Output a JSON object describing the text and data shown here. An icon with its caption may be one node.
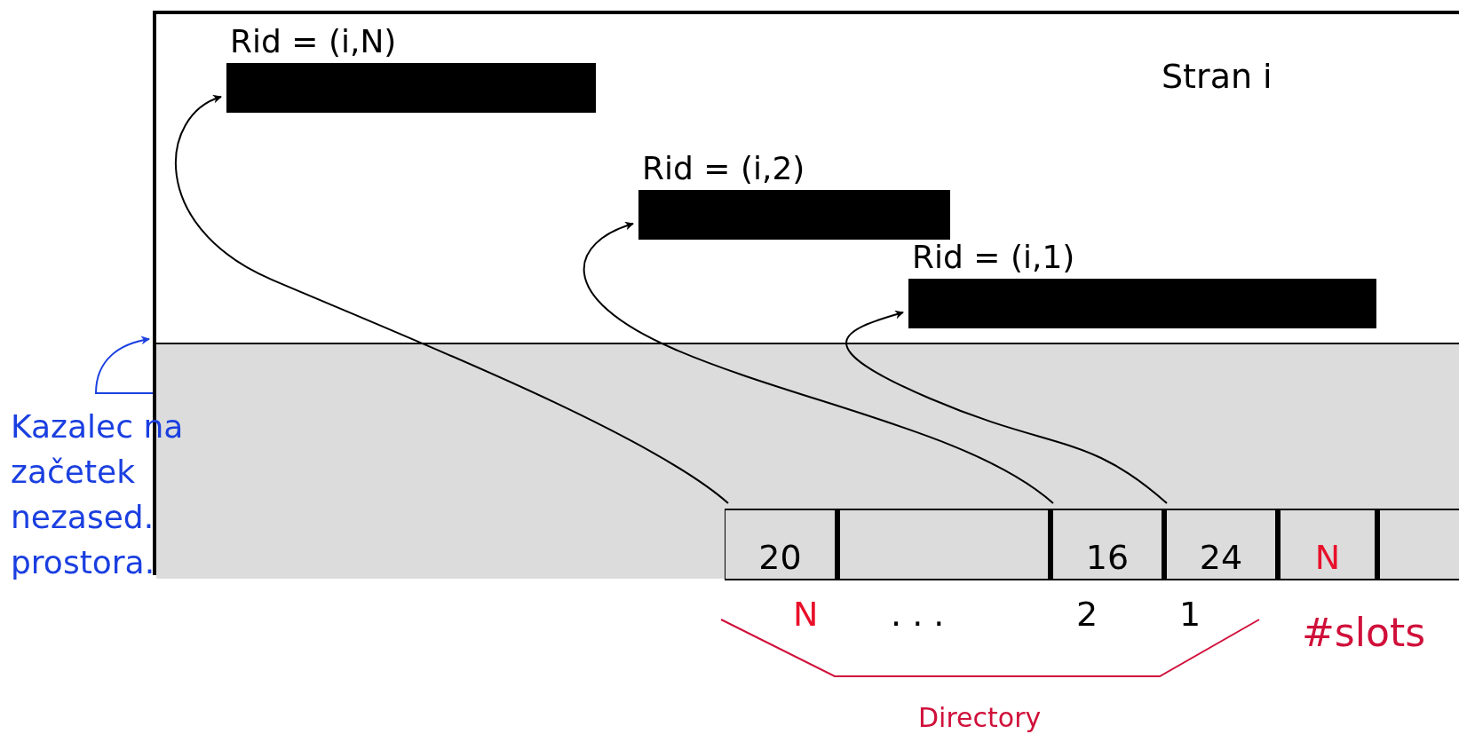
{
  "diagram": {
    "nodes": [
      {
        "text": [
          "Stran i"
        ]
      },
      {
        "text": [
          "Rid = (i,N)"
        ],
        "in": 0
      },
      {
        "text": [
          "Rid = (i,2)"
        ],
        "in": 0
      },
      {
        "text": [
          "Rid = (i,1)"
        ],
        "in": 0
      },
      {
        "text": [],
        "shape": "box",
        "in": 0
      },
      {
        "text": [
          "20"
        ],
        "in": 4
      },
      {
        "text": [],
        "shape": "box",
        "in": 4
      },
      {
        "text": [
          "16"
        ],
        "in": 4
      },
      {
        "text": [
          "24"
        ],
        "in": 4
      },
      {
        "text": [
          "N"
        ],
        "in": 4
      },
      {
        "text": [],
        "shape": "box",
        "in": 4
      }
    ],
    "edges": [
      {
        "from": 5,
        "to": 1,
        "arrow": "to"
      },
      {
        "from": 7,
        "to": 2,
        "arrow": "to"
      },
      {
        "from": 8,
        "to": 3,
        "arrow": "to"
      },
      {
        "from": null,
        "to": 4,
        "arrow": "to",
        "color": "#1a3fe0"
      }
    ],
    "labels": [
      "Kazalec na začetek nezased. prostora.",
      "N",
      ". . .",
      "2",
      "1",
      "#slots",
      "Directory"
    ]
  }
}
